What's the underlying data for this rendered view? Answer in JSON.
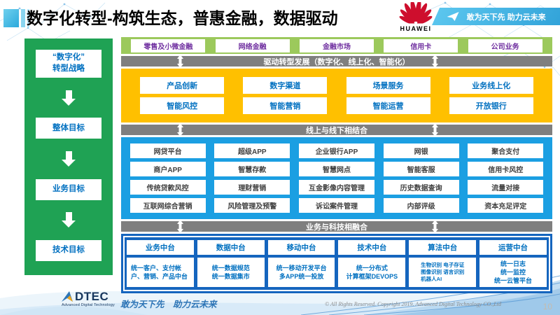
{
  "slide": {
    "title": "数字化转型-构筑生态，普惠金融，数据驱动"
  },
  "brand": {
    "huawei": "HUAWEI",
    "ribbon_slogan": "敢为天下先 助力云未来"
  },
  "strategy_flow": {
    "steps": [
      "“数字化”\n转型战略",
      "整体目标",
      "业务目标",
      "技术目标"
    ]
  },
  "business_segments": [
    "零售及小微金融",
    "网络金融",
    "金融市场",
    "信用卡",
    "公司业务"
  ],
  "bars": {
    "drive": "驱动转型发展（数字化、线上化、智能化）",
    "online_offline": "线上与线下相结合",
    "tech_fusion": "业务与科技相融合"
  },
  "transformation": {
    "rows": [
      [
        "产品创新",
        "数字渠道",
        "场景服务",
        "业务线上化"
      ],
      [
        "智能风控",
        "智能营销",
        "智能运营",
        "开放银行"
      ]
    ]
  },
  "applications": {
    "rows": [
      [
        "网贷平台",
        "超级APP",
        "企业银行APP",
        "网银",
        "聚合支付"
      ],
      [
        "商户APP",
        "智慧存款",
        "智慧网点",
        "智能客服",
        "信用卡风控"
      ],
      [
        "传统贷款风控",
        "理财营销",
        "互金影像内容管理",
        "历史数据查询",
        "流量对接"
      ],
      [
        "互联网综合营销",
        "风险管理及预警",
        "诉讼案件管理",
        "内部评级",
        "资本充足评定"
      ]
    ]
  },
  "platforms": [
    {
      "title": "业务中台",
      "detail": "统一客户、支付帐户、营销、产品中台"
    },
    {
      "title": "数据中台",
      "detail": "统一数据规范\n统一数据集市"
    },
    {
      "title": "移动中台",
      "detail": "统一移动开发平台\n多APP统一投放"
    },
    {
      "title": "技术中台",
      "detail": "统一分布式\n计算框架DEVOPS"
    },
    {
      "title": "算法中台",
      "detail": "生物识别 电子存证\n图像识别 语言识别\n机器人AI"
    },
    {
      "title": "运营中台",
      "detail": "统一日志\n统一监控\n统一云管平台"
    }
  ],
  "footer": {
    "logo_text": "DTEC",
    "logo_subtext": "Advanced Digital Technology",
    "slogan": "敢为天下先　助力云未来",
    "copyright": "© All Rights Reserved. Copyright 2019. Advanced Digital Technology CO.,Ltd",
    "page_number": "10"
  },
  "colors": {
    "sidebar_green": "#1FA254",
    "segment_green": "#9CC95C",
    "capability_yellow": "#FFC000",
    "bar_gray": "#7F7F7F",
    "apps_cyan": "#1B9FE2",
    "platform_blue": "#1565BE",
    "segment_text_purple": "#7030A0",
    "link_text_blue": "#0070C0",
    "huawei_red": "#CE0E2D",
    "ribbon_blue": "#3FB3E4"
  }
}
